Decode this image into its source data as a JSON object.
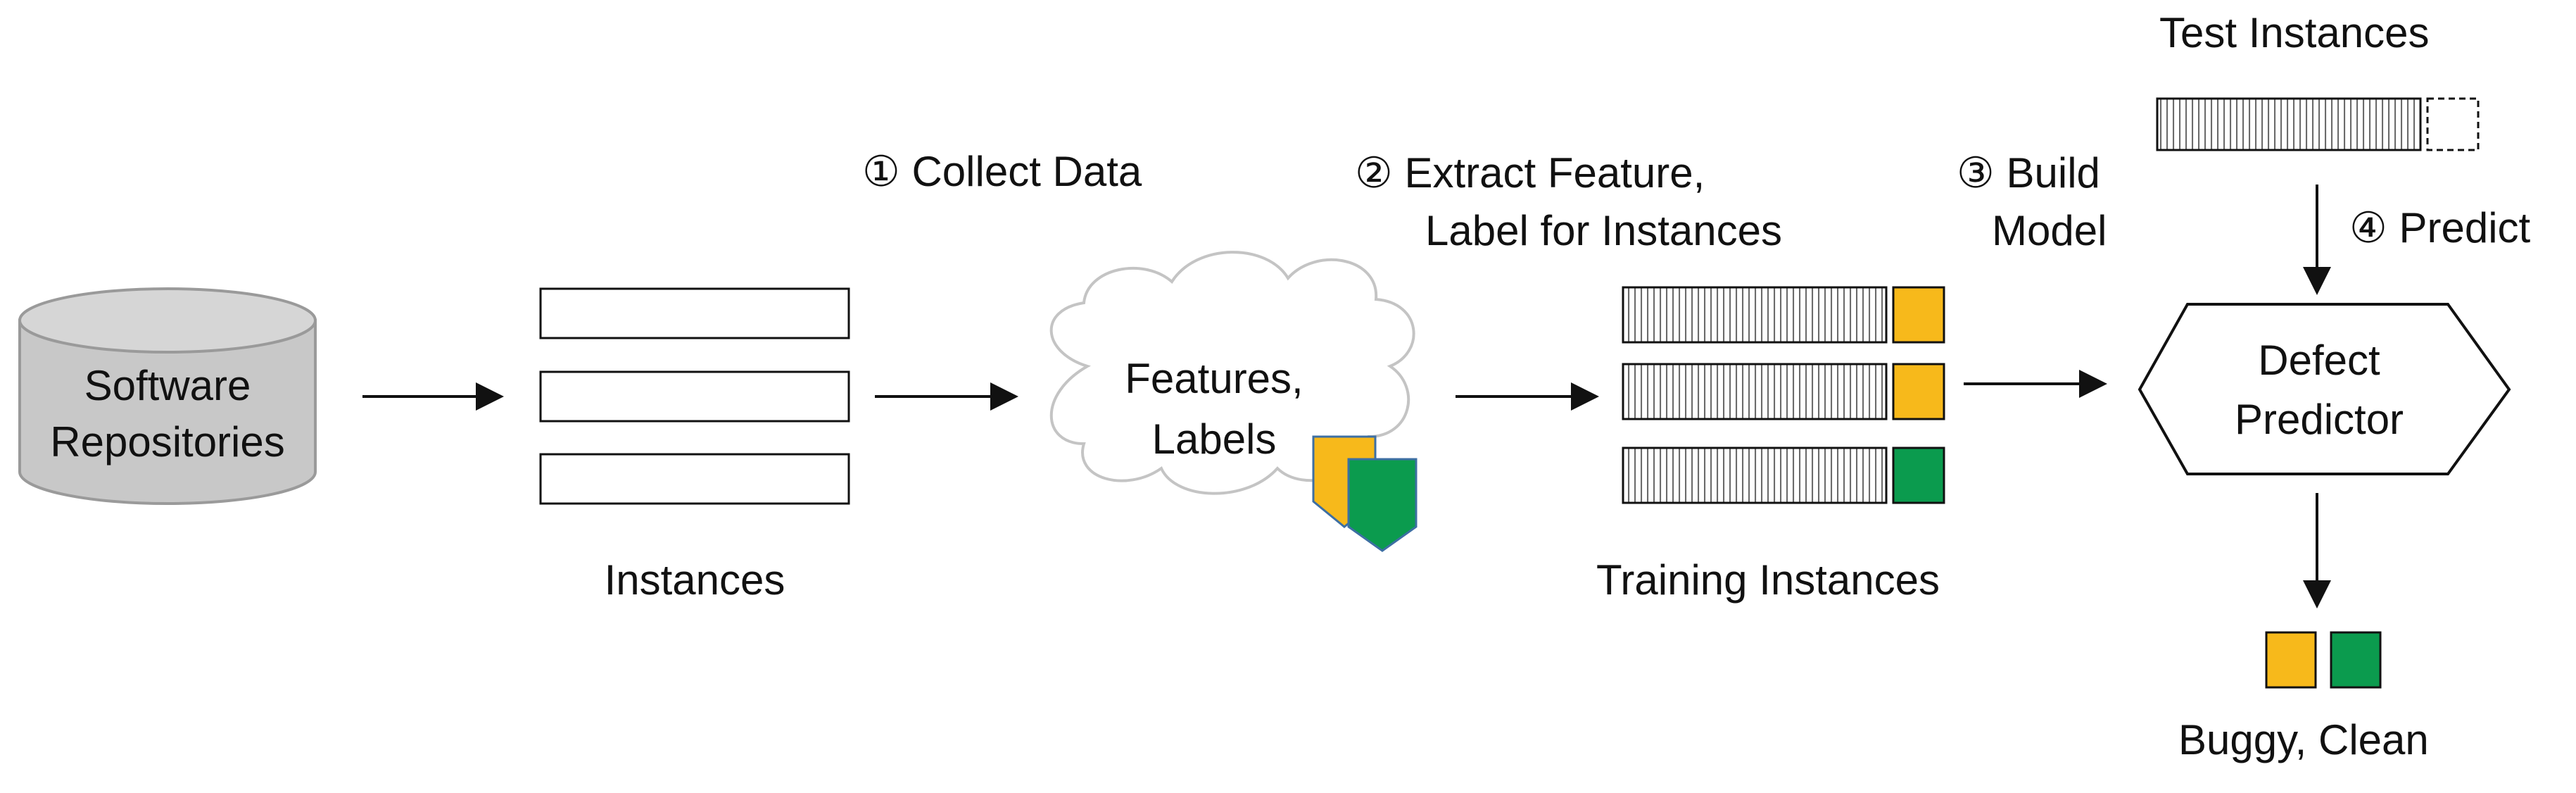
{
  "repository": {
    "line1": "Software",
    "line2": "Repositories"
  },
  "instances_label": "Instances",
  "steps": {
    "collect": {
      "number": "①",
      "text": "Collect Data"
    },
    "extract": {
      "number": "②",
      "line1": "Extract Feature,",
      "line2": "Label for Instances"
    },
    "build": {
      "number": "③",
      "line1": "Build",
      "line2": "Model"
    },
    "predict": {
      "number": "④",
      "text": "Predict"
    }
  },
  "cloud": {
    "line1": "Features,",
    "line2": "Labels"
  },
  "training_label": "Training Instances",
  "test_label": "Test Instances",
  "predictor": {
    "line1": "Defect",
    "line2": "Predictor"
  },
  "output_label": "Buggy, Clean",
  "colors": {
    "buggy": "#F7B91B",
    "clean": "#0B9B4E",
    "cylinder_fill": "#C8C8C8",
    "stroke": "#111111"
  },
  "icons": [
    "database-cylinder-icon",
    "cloud-icon",
    "tag-icon",
    "arrow-icon",
    "hexagon-icon"
  ]
}
